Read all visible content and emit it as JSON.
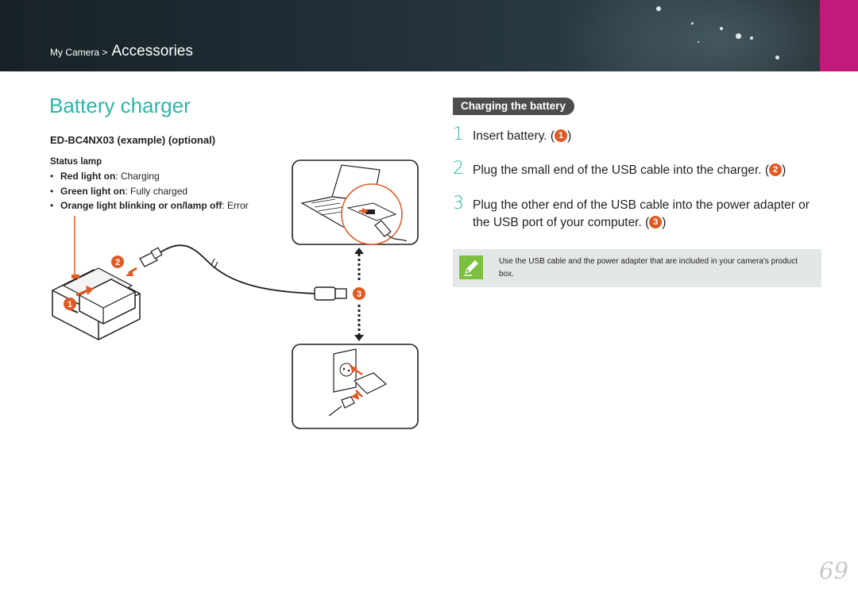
{
  "header": {
    "breadcrumb_parent": "My Camera >",
    "breadcrumb_current": "Accessories",
    "tab_color": "#c2197c",
    "background_color": "#22303a"
  },
  "page": {
    "title": "Battery charger",
    "accent_color": "#2bb5a8",
    "page_number": "69"
  },
  "charger": {
    "model": "ED-BC4NX03 (example) (optional)",
    "status_lamp_title": "Status lamp",
    "lamps": [
      {
        "label": "Red light on",
        "value": "Charging"
      },
      {
        "label": "Green light on",
        "value": "Fully charged"
      },
      {
        "label": "Orange light blinking or on/lamp off",
        "value": "Error"
      }
    ],
    "bullet": "•",
    "separator": ":"
  },
  "illustration": {
    "callout_1": "1",
    "callout_2": "2",
    "callout_3": "3",
    "callout_color": "#e05a24"
  },
  "procedure": {
    "section_title": "Charging the battery",
    "steps": [
      {
        "num": "1",
        "text": "Insert battery. (",
        "callout": "1",
        "close": ")"
      },
      {
        "num": "2",
        "text": "Plug the small end of the USB cable into the charger. (",
        "callout": "2",
        "close": ")"
      },
      {
        "num": "3",
        "text": "Plug the other end of the USB cable into the power adapter or",
        "text2": "the USB port of your computer. (",
        "callout": "3",
        "close": ")"
      }
    ]
  },
  "note": {
    "text": "Use the USB cable and the power adapter that are included in your camera's product box.",
    "icon": "pencil-note-icon",
    "icon_color": "#7cc03f"
  }
}
